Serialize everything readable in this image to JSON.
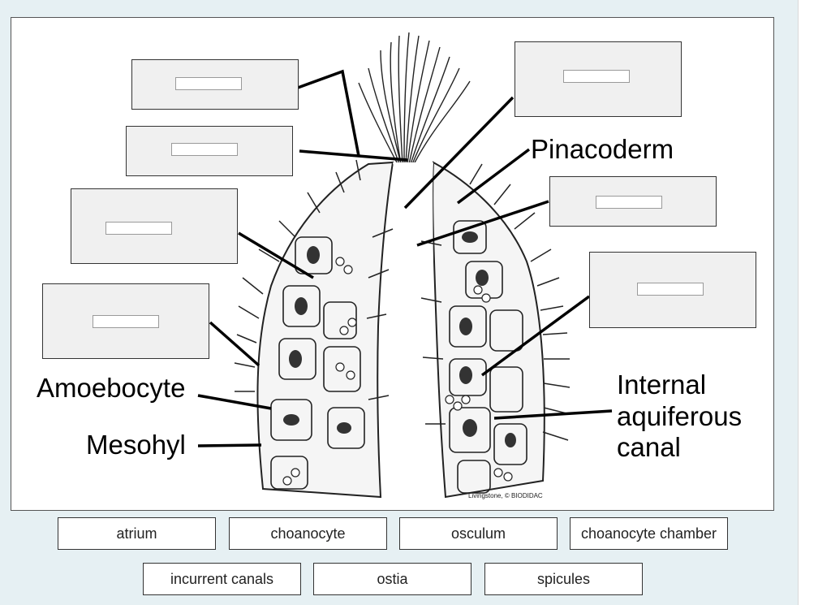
{
  "diagram": {
    "labels": {
      "pinacoderm": "Pinacoderm",
      "amoebocyte": "Amoebocyte",
      "mesohyl": "Mesohyl",
      "canal_line1": "Internal",
      "canal_line2": "aquiferous",
      "canal_line3": "canal"
    },
    "credit": "Livingstone, © BIODIDAC"
  },
  "answer_bank": {
    "row1": [
      "atrium",
      "choanocyte",
      "osculum",
      "choanocyte chamber"
    ],
    "row2": [
      "incurrent canals",
      "ostia",
      "spicules"
    ]
  },
  "colors": {
    "page_background": "#e6f0f3",
    "drop_box": "#f0f0f0",
    "chip_border": "#333333"
  }
}
